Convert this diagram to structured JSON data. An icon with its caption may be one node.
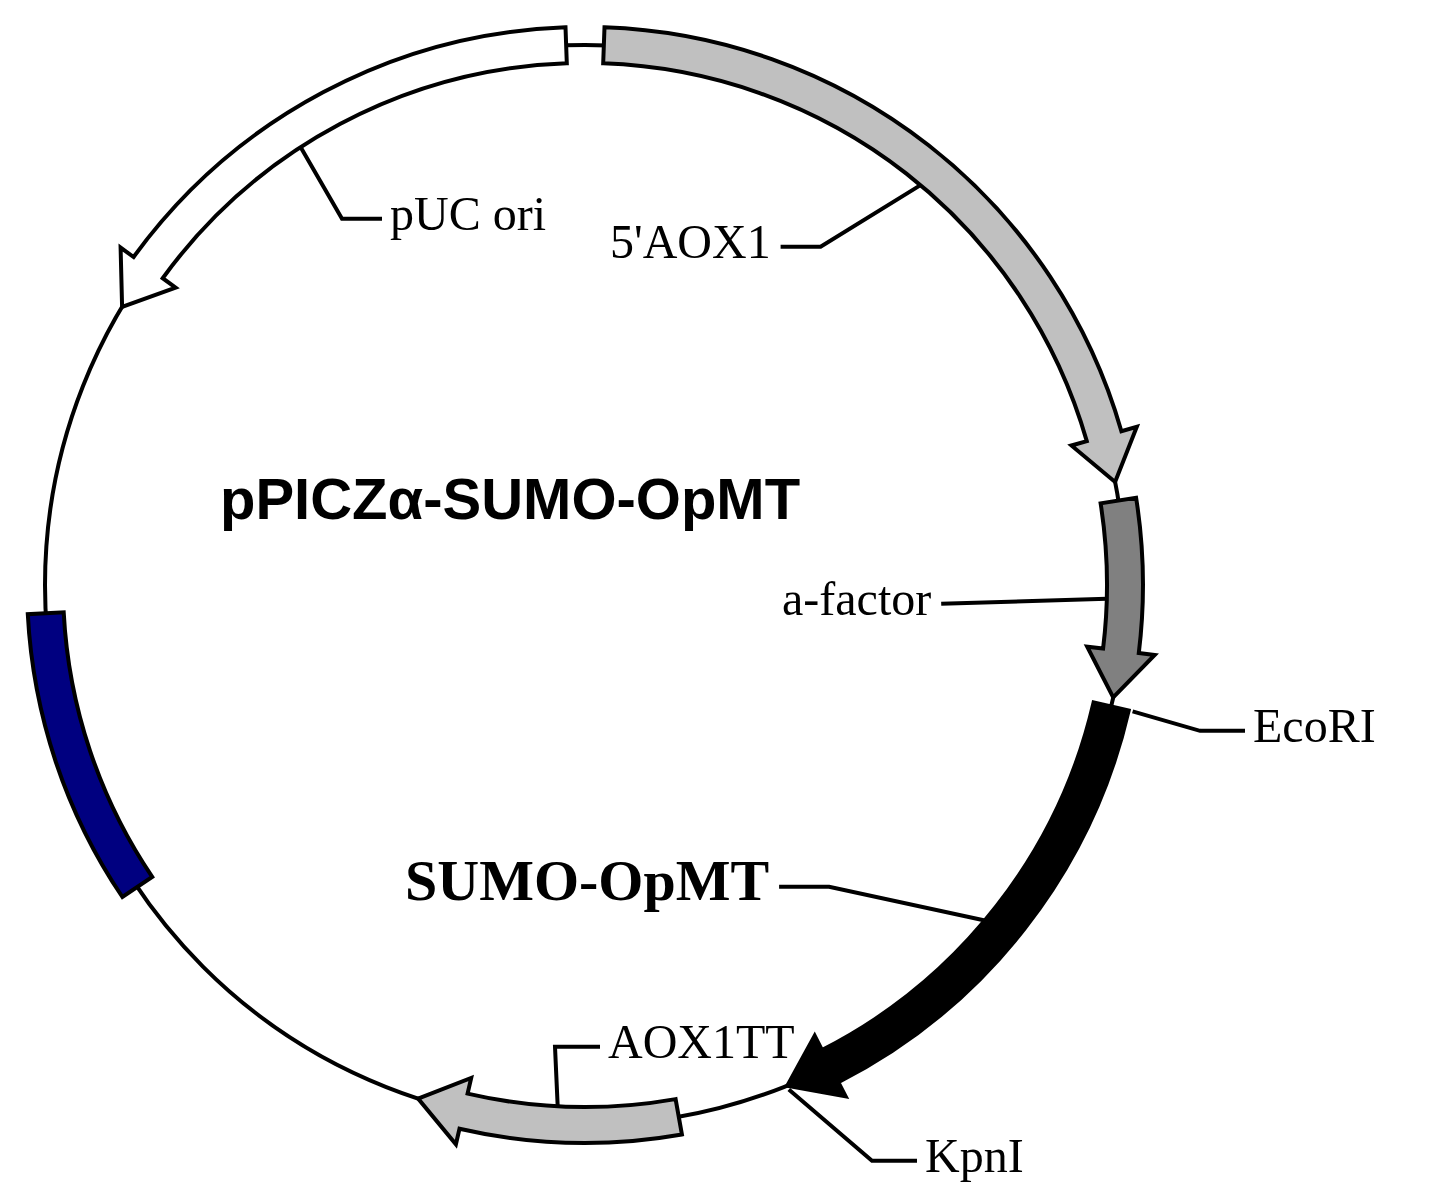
{
  "diagram": {
    "title": "pPICZα-SUMO-OpMT",
    "nodes": [
      {
        "text": [
          "pUC ori"
        ]
      },
      {
        "text": [],
        "shape": "arrow"
      },
      {
        "text": [
          "5'AOX1"
        ]
      },
      {
        "text": [],
        "shape": "arrow"
      },
      {
        "text": [
          "a-factor"
        ]
      },
      {
        "text": [],
        "shape": "arrow"
      },
      {
        "text": [
          "EcoRI"
        ]
      },
      {
        "text": [
          "SUMO-OpMT"
        ]
      },
      {
        "text": [],
        "shape": "arrow"
      },
      {
        "text": [
          "AOX1TT"
        ]
      },
      {
        "text": [],
        "shape": "arrow"
      },
      {
        "text": [
          "KpnI"
        ]
      },
      {
        "text": [],
        "shape": "bar"
      }
    ],
    "edges": [
      {
        "from": 0,
        "to": 1,
        "arrow": "none"
      },
      {
        "from": 2,
        "to": 3,
        "arrow": "none"
      },
      {
        "from": 4,
        "to": 5,
        "arrow": "none"
      },
      {
        "from": 6,
        "to": 8,
        "arrow": "none"
      },
      {
        "from": 7,
        "to": 8,
        "arrow": "none"
      },
      {
        "from": 9,
        "to": 10,
        "arrow": "none"
      },
      {
        "from": 11,
        "to": 8,
        "arrow": "none"
      }
    ]
  }
}
